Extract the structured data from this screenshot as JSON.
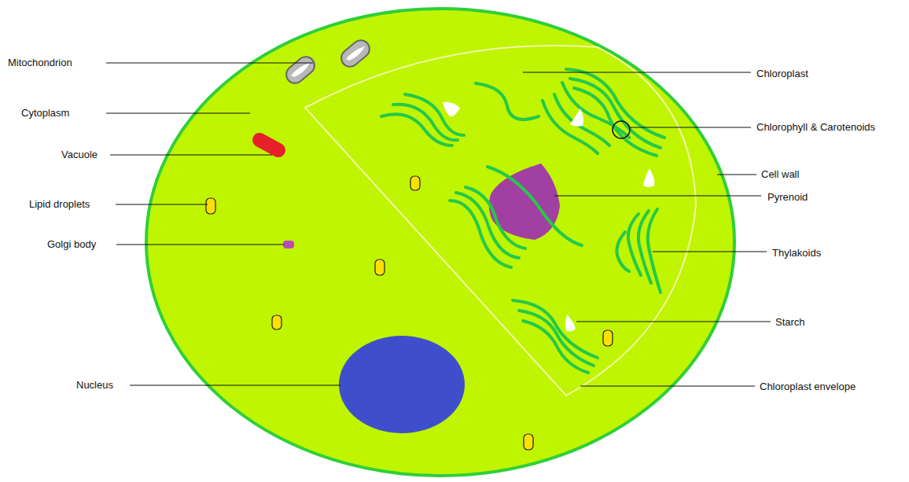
{
  "diagram": {
    "labels": [
      "Mitochondrion",
      "Cytoplasm",
      "Vacuole",
      "Lipid droplets",
      "Golgi body",
      "Nucleus",
      "Chloroplast",
      "Chlorophyll & Carotenoids",
      "Cell wall",
      "Pyrenoid",
      "Thylakoids",
      "Starch",
      "Chloroplast envelope"
    ]
  }
}
